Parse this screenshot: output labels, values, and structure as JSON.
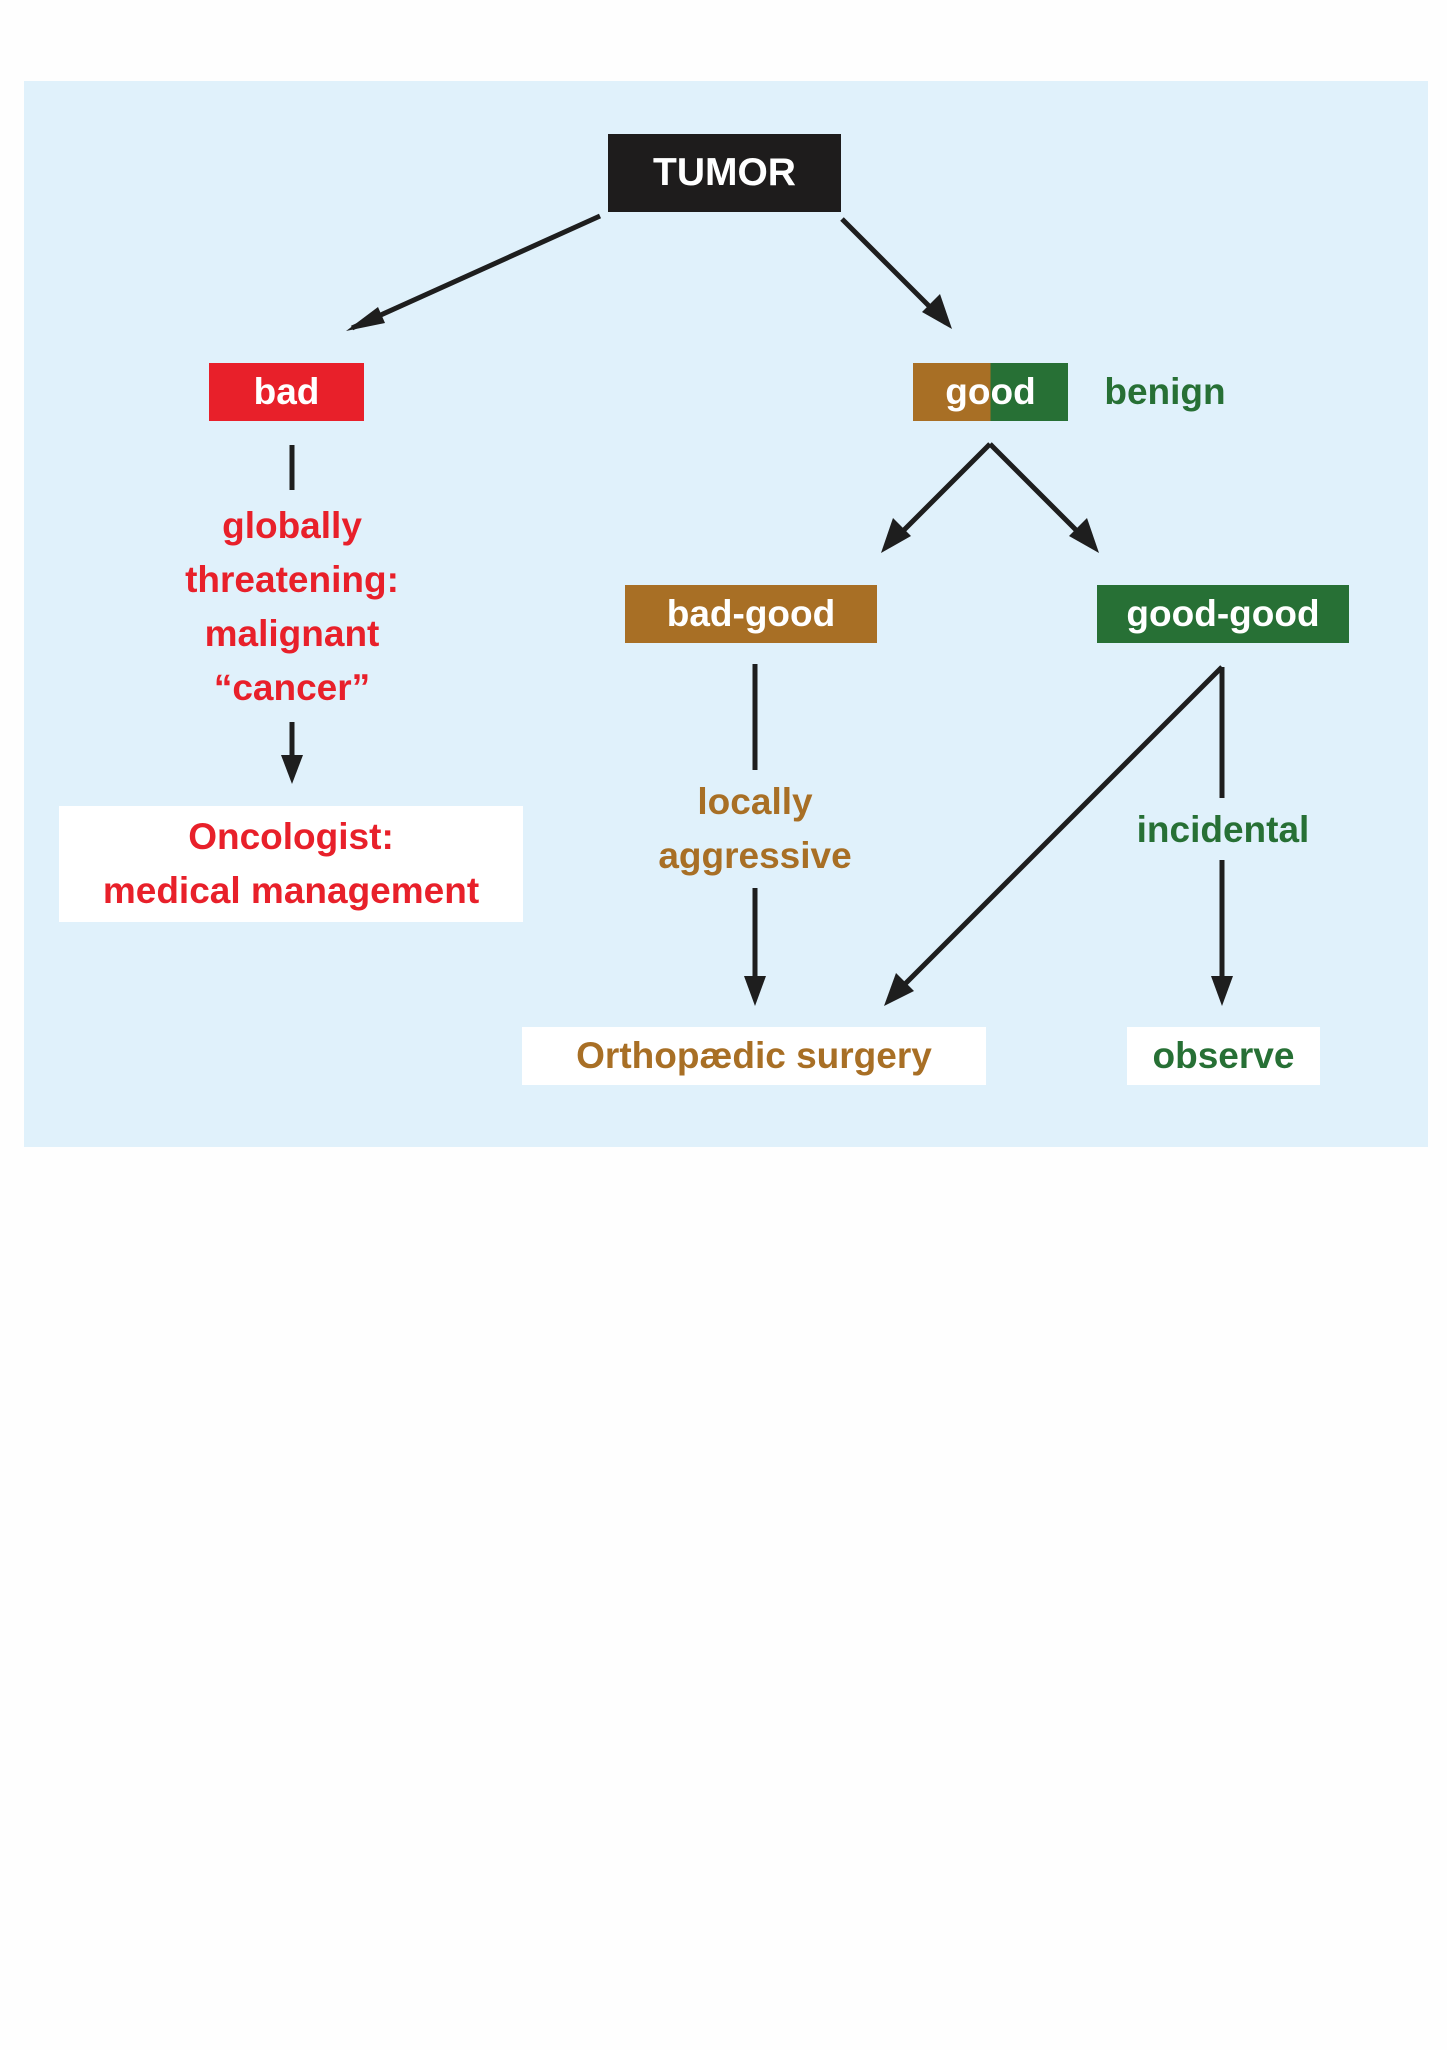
{
  "colors": {
    "panel_bg": "#e0f1fb",
    "tumor_bg": "#1e1c1c",
    "bad_red": "#e8202a",
    "brown": "#a86f25",
    "green": "#277035",
    "arrow": "#1e1e1e",
    "white": "#ffffff"
  },
  "nodes": {
    "tumor": "TUMOR",
    "bad": "bad",
    "good_part1": "go",
    "good_part2": "od",
    "benign": "benign",
    "bad_good": "bad-good",
    "good_good": "good-good"
  },
  "labels": {
    "bad_description": [
      "globally",
      "threatening:",
      "malignant",
      "“cancer”"
    ],
    "locally_aggressive": [
      "locally",
      "aggressive"
    ],
    "incidental": "incidental"
  },
  "outcomes": {
    "oncologist": [
      "Oncologist:",
      "medical management"
    ],
    "orthopaedic": "Orthopædic surgery",
    "observe": "observe"
  },
  "edges": [
    {
      "from": "TUMOR",
      "to": "bad"
    },
    {
      "from": "TUMOR",
      "to": "good"
    },
    {
      "from": "bad",
      "to": "Oncologist: medical management"
    },
    {
      "from": "good",
      "to": "bad-good"
    },
    {
      "from": "good",
      "to": "good-good"
    },
    {
      "from": "bad-good",
      "to": "Orthopædic surgery"
    },
    {
      "from": "good-good",
      "to": "Orthopædic surgery"
    },
    {
      "from": "good-good",
      "to": "observe"
    }
  ]
}
